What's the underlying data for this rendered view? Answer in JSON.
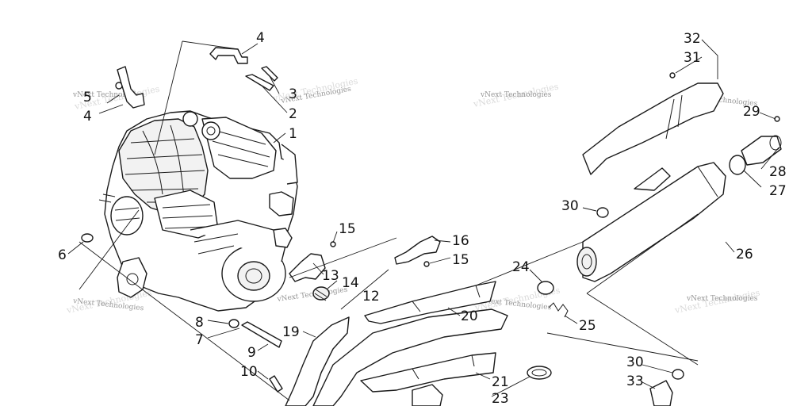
{
  "callouts": {
    "c1": "1",
    "c2": "2",
    "c3": "3",
    "c4a": "4",
    "c4b": "4",
    "c5": "5",
    "c6": "6",
    "c7": "7",
    "c8": "8",
    "c9": "9",
    "c10": "10",
    "c12": "12",
    "c13": "13",
    "c14": "14",
    "c15a": "15",
    "c15b": "15",
    "c16": "16",
    "c19": "19",
    "c20": "20",
    "c21": "21",
    "c23": "23",
    "c24": "24",
    "c25": "25",
    "c26": "26",
    "c27": "27",
    "c28": "28",
    "c29": "29",
    "c30a": "30",
    "c30b": "30",
    "c31": "31",
    "c32": "32",
    "c33": "33"
  },
  "watermark": {
    "text": "vNext Technologies"
  }
}
